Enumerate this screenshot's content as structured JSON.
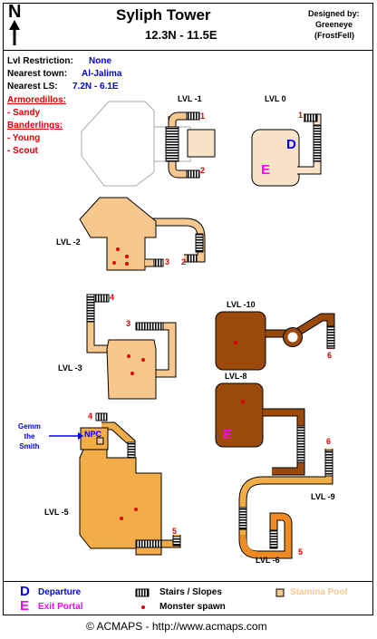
{
  "header": {
    "north_letter": "N",
    "title": "Syliph Tower",
    "coords": "12.3N - 11.5E",
    "designed_by_label": "Designed by:",
    "designer": "Greeneye",
    "designer_2": "(FrostFell)"
  },
  "info": {
    "lvl_restriction_label": "Lvl Restriction:",
    "lvl_restriction_value": "None",
    "nearest_town_label": "Nearest town:",
    "nearest_town_value": "Al-Jalima",
    "nearest_ls_label": "Nearest LS:",
    "nearest_ls_value": "7.2N - 6.1E",
    "armoredillos_title": "Armoredillos:",
    "armoredillos": [
      "- Sandy"
    ],
    "banderlings_title": "Banderlings:",
    "banderlings": [
      "- Young",
      "- Scout"
    ]
  },
  "levels": {
    "lvl_m1": "LVL -1",
    "lvl_0": "LVL 0",
    "lvl_m2": "LVL -2",
    "lvl_m3": "LVL -3",
    "lvl_m10": "LVL -10",
    "lvl_m8": "LVL-8",
    "lvl_m5": "LVL -5",
    "lvl_m9": "LVL -9",
    "lvl_m6": "LVL -6"
  },
  "markers": {
    "stair_1a": "1",
    "stair_1b": "1",
    "stair_2a": "2",
    "stair_2b": "2",
    "stair_3a": "3",
    "stair_3b": "3",
    "stair_4a": "4",
    "stair_4b": "4",
    "stair_5a": "5",
    "stair_5b": "5",
    "stair_6a": "6",
    "stair_6b": "6",
    "departure_letter": "D",
    "exit_letter_0": "E",
    "exit_letter_8": "E",
    "npc": "NPC",
    "npc_name": "Gemm\nthe\nSmith"
  },
  "legend": {
    "departure_symbol": "D",
    "departure_label": "Departure",
    "exit_symbol": "E",
    "exit_label": "Exit Portal",
    "stairs_label": "Stairs / Slopes",
    "spawn_label": "Monster spawn",
    "stamina_label": "Stamina Pool"
  },
  "footer": {
    "copyright": "© ACMAPS - http://www.acmaps.com"
  },
  "colors": {
    "light": "#f9e2c7",
    "tan": "#f6c88e",
    "orange": "#f3ad48",
    "brown": "#9c4a0b",
    "orange_dark": "#f08a22",
    "red": "#e00000",
    "blue": "#0000ee",
    "magenta": "#ff00ff"
  }
}
